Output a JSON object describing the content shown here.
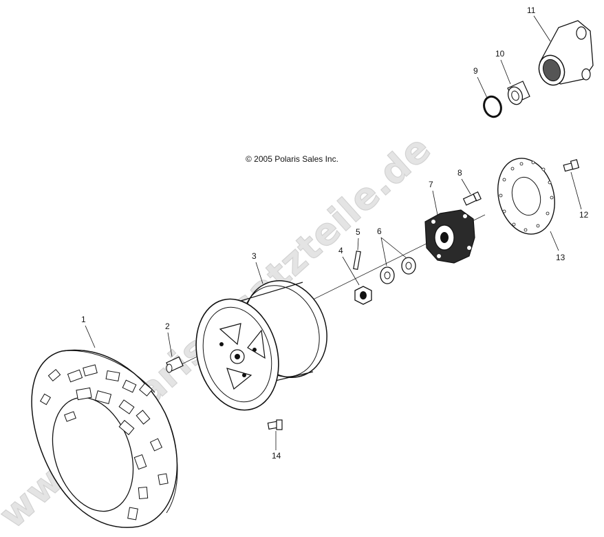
{
  "diagram": {
    "copyright": "© 2005 Polaris Sales Inc.",
    "watermark": "www.polarisersatzteile.de",
    "callouts": [
      "1",
      "2",
      "3",
      "4",
      "5",
      "6",
      "7",
      "8",
      "9",
      "10",
      "11",
      "12",
      "13",
      "14"
    ],
    "colors": {
      "ink": "#111111",
      "watermark_fill": "#e4e4e4",
      "watermark_stroke": "#d2d2d2"
    }
  }
}
